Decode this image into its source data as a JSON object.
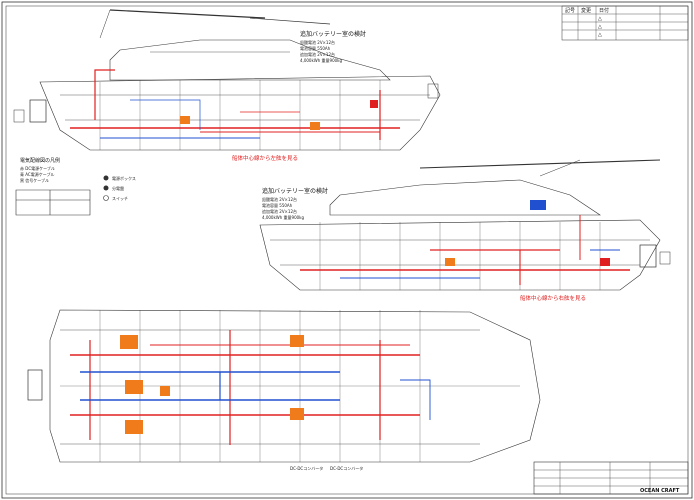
{
  "drawing": {
    "revision_block": {
      "header": [
        "記号",
        "変更",
        "日付"
      ],
      "rows": [
        "△",
        "△",
        "△"
      ]
    },
    "side_view_upper": {
      "title": "追加バッテリー室の検討",
      "notes": [
        "鉛酸電池 2V×12台",
        "電池容量 550Ah",
        "追加電池 2V×12台",
        "4,000kWh 重量900kg"
      ],
      "caption": "船体中心線から左舷を見る"
    },
    "side_view_lower": {
      "title": "追加バッテリー室の検討",
      "notes": [
        "鉛酸電池 2V×12台",
        "電池容量 550Ah",
        "追加電池 2V×12台",
        "4,000kWh 重量900kg"
      ],
      "caption": "船体中心線から右舷を見る"
    },
    "legend": {
      "title": "電気配線図の凡例",
      "items": [
        "赤 DC電源ケーブル",
        "青 AC電源ケーブル",
        "黒 信号ケーブル"
      ],
      "symbols": [
        "電源ボックス",
        "分電盤",
        "スイッチ"
      ]
    },
    "plan_notes": [
      "DC-DCコンバータ",
      "DC-DCコンバータ"
    ],
    "title_block": {
      "company": "OCEAN CRAFT"
    }
  },
  "colors": {
    "dc_cable": "#e02020",
    "ac_cable": "#2050d0",
    "equipment": "#ef7b1a",
    "linework": "#333333"
  }
}
